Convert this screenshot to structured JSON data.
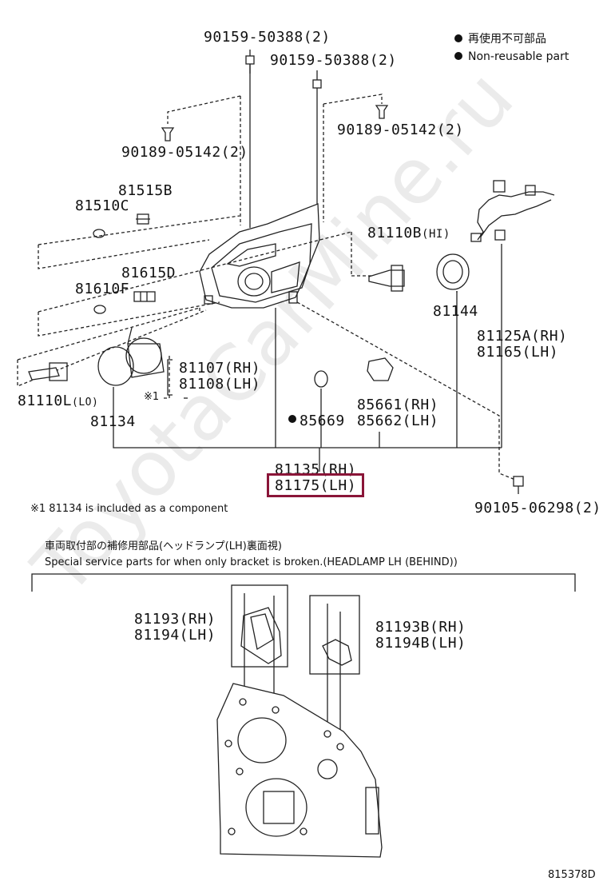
{
  "legend": {
    "line1": "再使用不可部品",
    "line2": "Non-reusable part"
  },
  "parts": {
    "p_90159_a": "90159-50388(2)",
    "p_90159_b": "90159-50388(2)",
    "p_90189_a": "90189-05142(2)",
    "p_90189_b": "90189-05142(2)",
    "p_81515b": "81515B",
    "p_81510c": "81510C",
    "p_81615d": "81615D",
    "p_81610f": "81610F",
    "p_81110b": "81110B",
    "p_81110b_suffix": "(HI)",
    "p_81144": "81144",
    "p_81125a": "81125A(RH)",
    "p_81165": "81165(LH)",
    "p_81107": "81107(RH)",
    "p_81108": "81108(LH)",
    "p_note_mark": "※1",
    "p_81110l": "81110L",
    "p_81110l_suffix": "(LO)",
    "p_81134": "81134",
    "p_85669": "85669",
    "p_85661": "85661(RH)",
    "p_85662": "85662(LH)",
    "p_81135": "81135(RH)",
    "p_81175": "81175(LH)",
    "p_90105": "90105-06298(2)",
    "p_81193": "81193(RH)",
    "p_81194": "81194(LH)",
    "p_81193b": "81193B(RH)",
    "p_81194b": "81194B(LH)"
  },
  "notes": {
    "footnote": "※1   81134 is included as a component",
    "service_jp": "車両取付部の補修用部品(ヘッドランプ(LH)裏面視)",
    "service_en": "Special service parts for when only bracket is broken.(HEADLAMP LH (BEHIND))",
    "diagram_id": "815378D",
    "watermark": "ToyotaCarMine.ru"
  },
  "highlight_color": "#8a1538"
}
